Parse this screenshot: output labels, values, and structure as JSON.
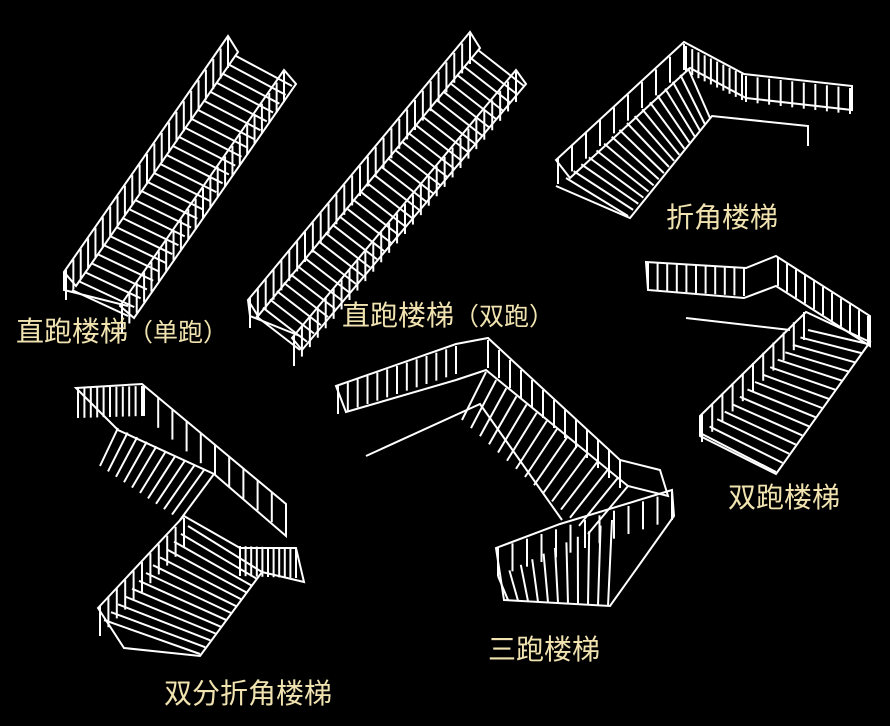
{
  "stair_types": [
    {
      "id": "straight-single",
      "main": "直跑楼梯",
      "paren": "（单跑）"
    },
    {
      "id": "straight-double",
      "main": "直跑楼梯",
      "paren": "（双跑）"
    },
    {
      "id": "angled",
      "main": "折角楼梯",
      "paren": ""
    },
    {
      "id": "double-run",
      "main": "双跑楼梯",
      "paren": ""
    },
    {
      "id": "double-split-angled",
      "main": "双分折角楼梯",
      "paren": ""
    },
    {
      "id": "three-run",
      "main": "三跑楼梯",
      "paren": ""
    }
  ],
  "colors": {
    "background": "#000000",
    "lines": "#ffffff",
    "labels": "#f1e3b0"
  }
}
